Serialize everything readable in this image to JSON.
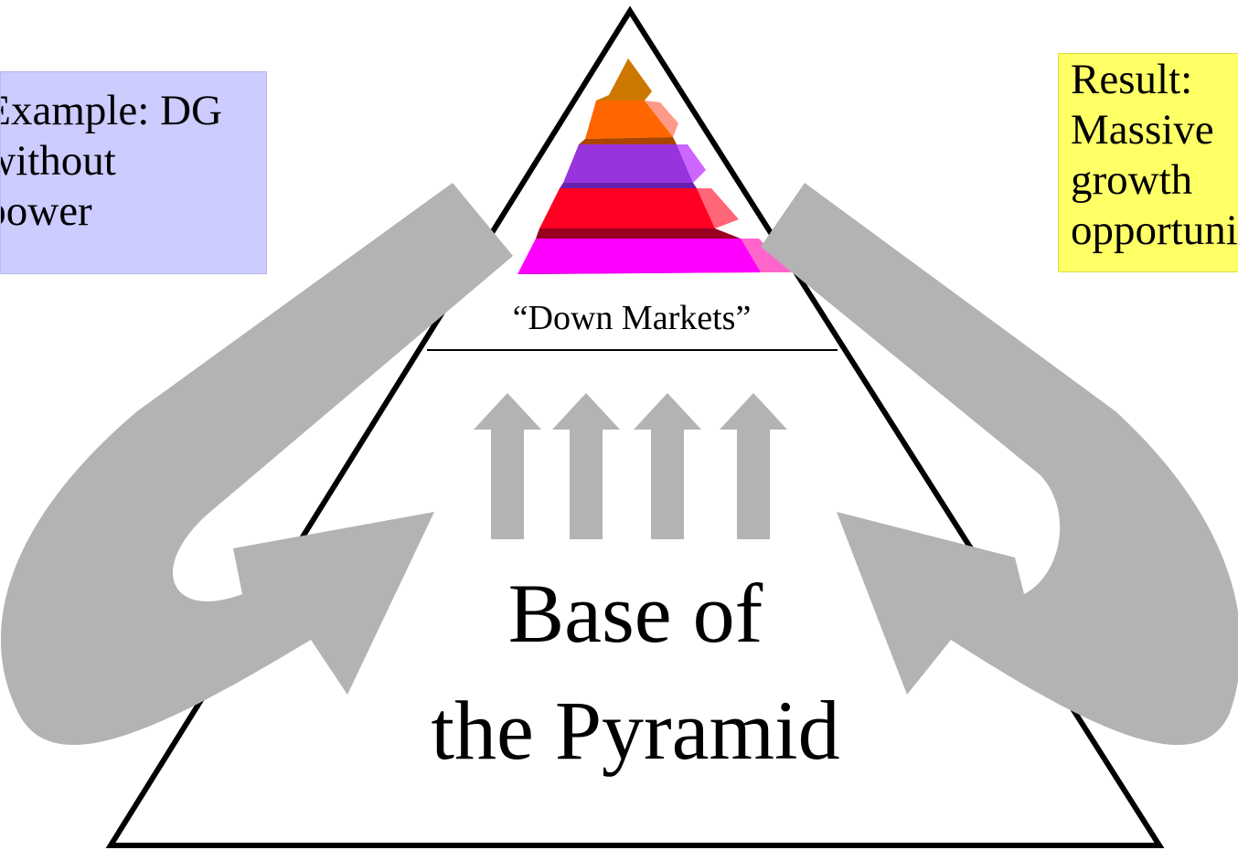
{
  "left_box": {
    "lines": [
      "Example: DG",
      "without",
      "power"
    ],
    "color": "#ccccff"
  },
  "right_box": {
    "lines": [
      "Result:",
      "Massive",
      "growth",
      "opportunity"
    ],
    "color": "#ffff66"
  },
  "pyramid": {
    "top_label": "“Down Markets”",
    "base_label_line1": "Base of",
    "base_label_line2": "the Pyramid"
  },
  "small_pyramid": {
    "tier_colors": [
      "#ff9900",
      "#ff6600",
      "#9933dd",
      "#ff0022",
      "#ff00ff"
    ]
  },
  "arrow_color": "#b3b3b3"
}
